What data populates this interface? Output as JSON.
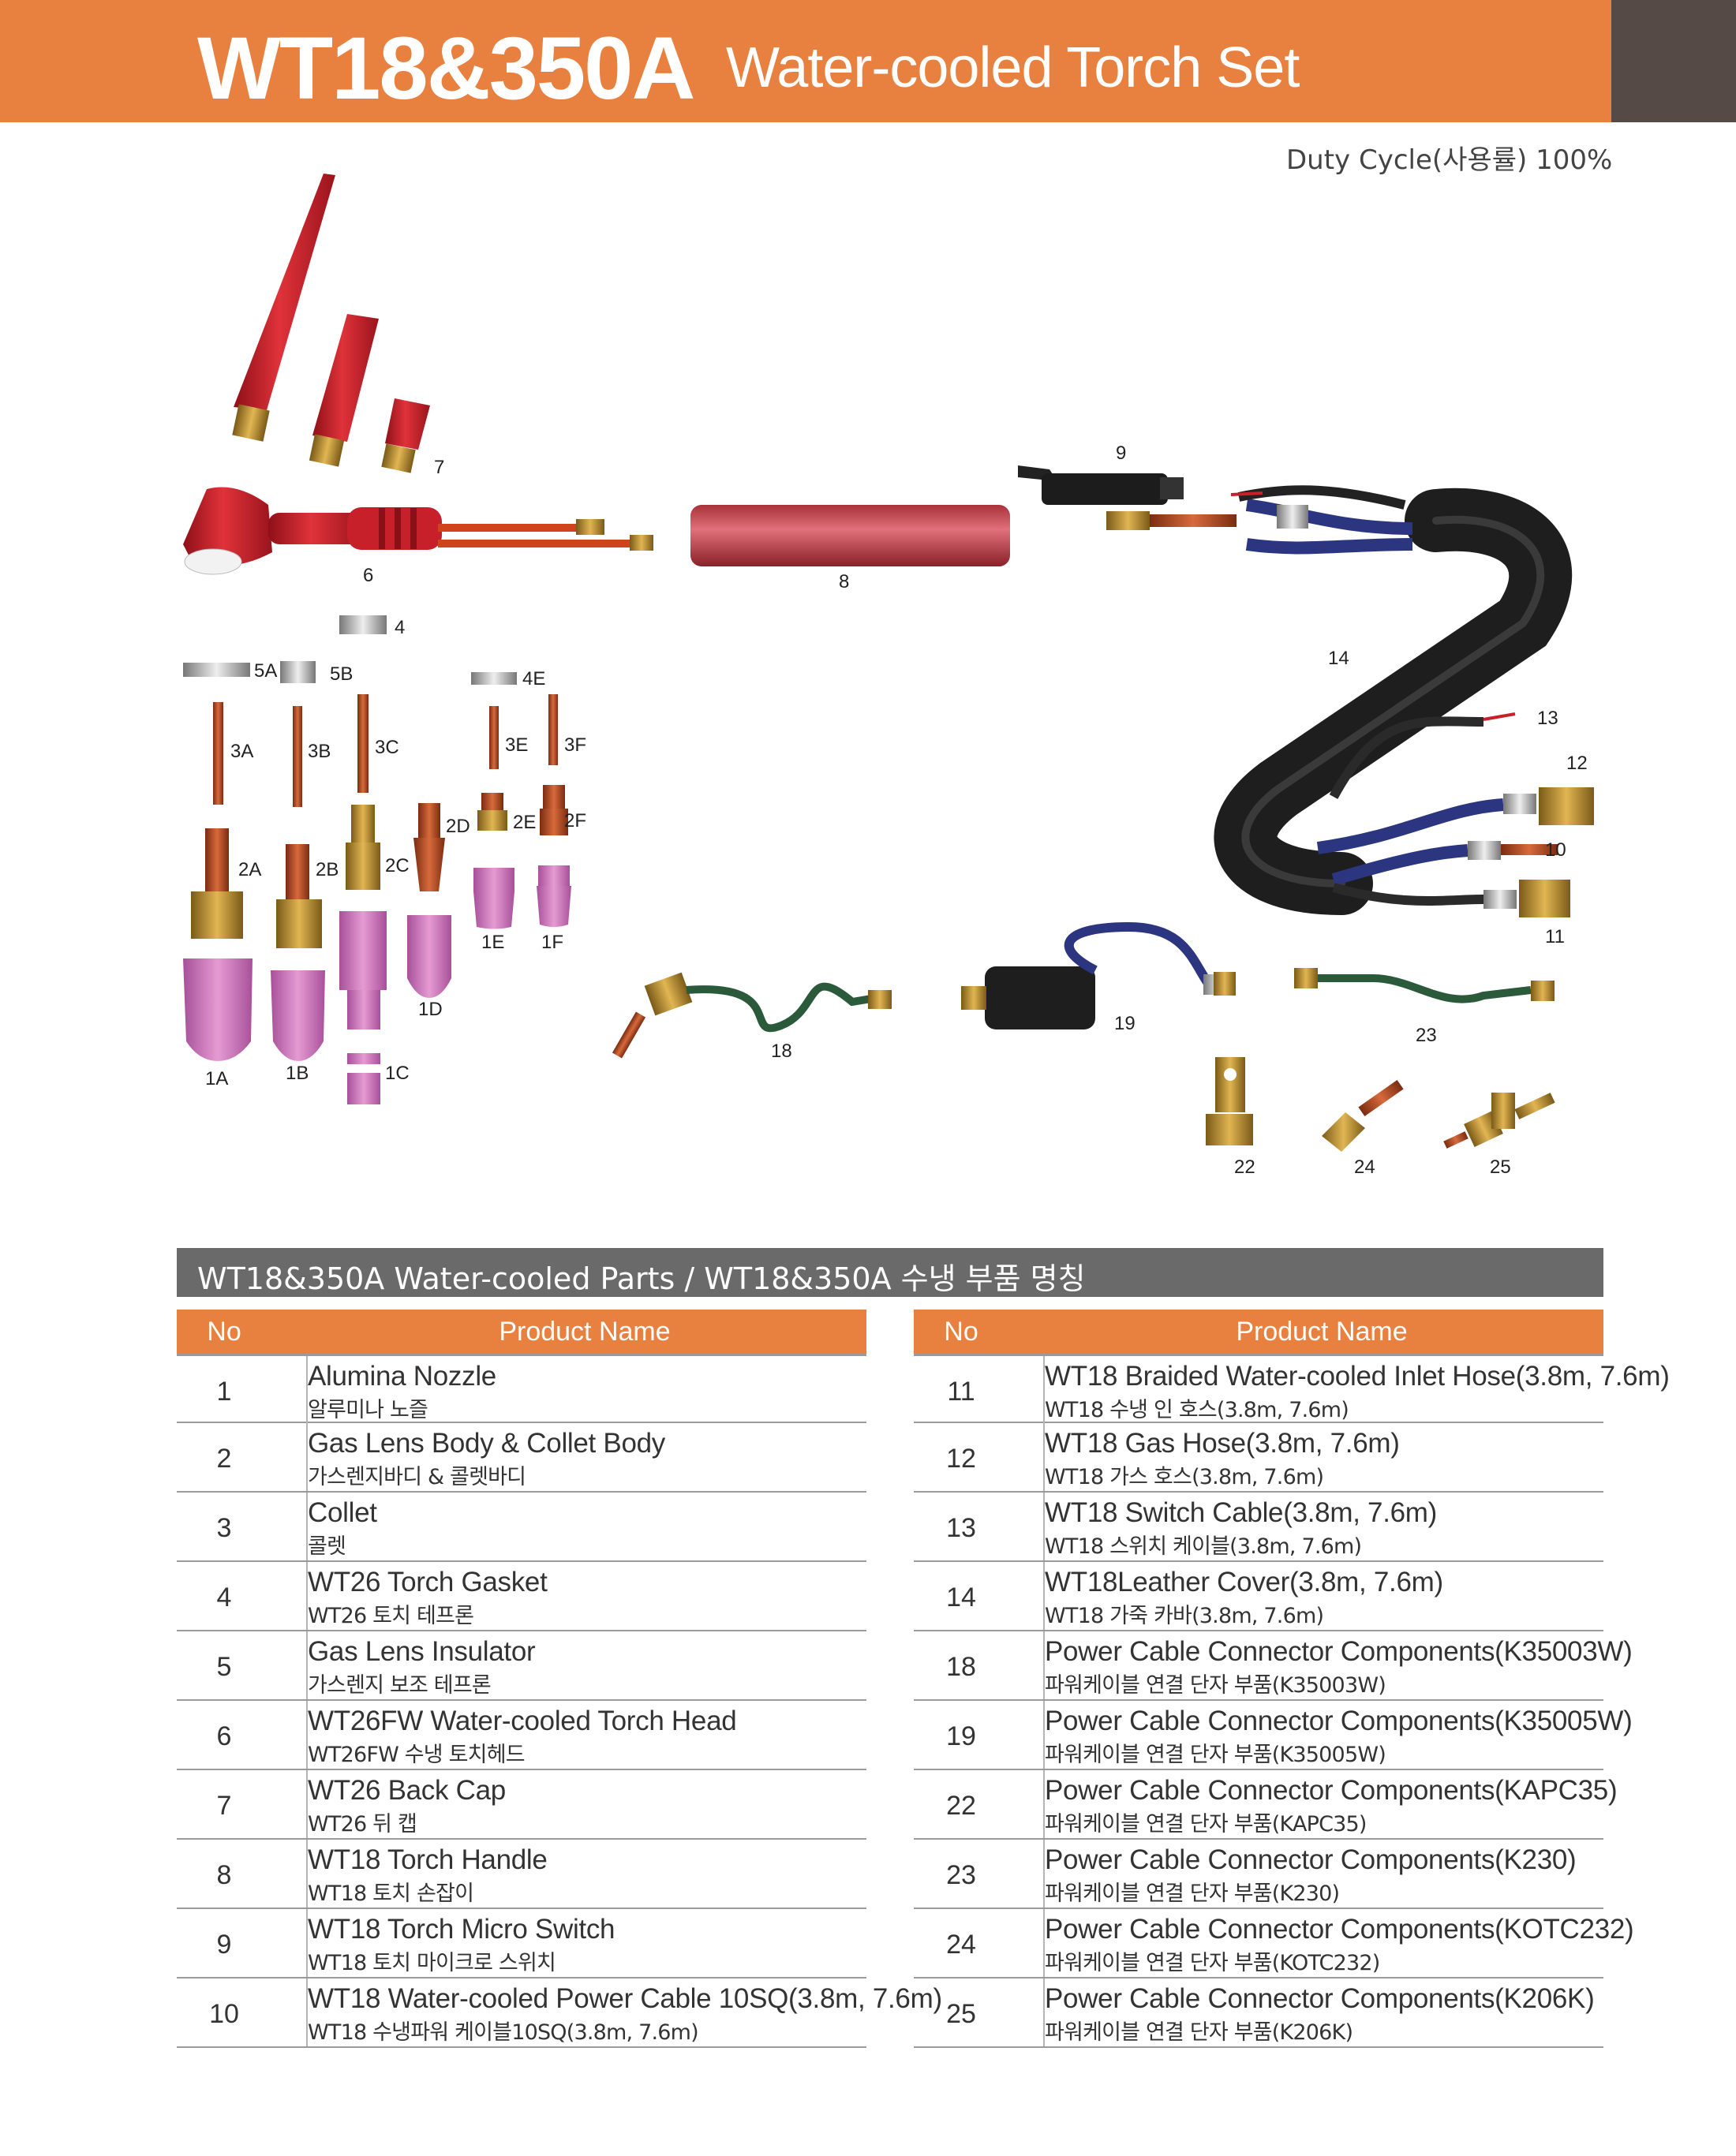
{
  "header": {
    "model": "WT18&350A",
    "subtitle": "Water-cooled Torch Set"
  },
  "duty_cycle": "Duty Cycle(사용률) 100%",
  "colors": {
    "accent": "#e8803f",
    "dark": "#554a45",
    "section": "#6a6a6a",
    "torch_red": "#c8202a",
    "ceramic_pink": "#d07ab8",
    "brass": "#b8892e"
  },
  "diagram_labels": {
    "p7": "7",
    "p6": "6",
    "p8": "8",
    "p9": "9",
    "p4": "4",
    "p5A": "5A",
    "p5B": "5B",
    "p4E": "4E",
    "p3A": "3A",
    "p3B": "3B",
    "p3C": "3C",
    "p3E": "3E",
    "p3F": "3F",
    "p2A": "2A",
    "p2B": "2B",
    "p2C": "2C",
    "p2D": "2D",
    "p2E": "2E",
    "p2F": "2F",
    "p1E": "1E",
    "p1F": "1F",
    "p1D": "1D",
    "p1A": "1A",
    "p1B": "1B",
    "p1C": "1C",
    "p14": "14",
    "p13": "13",
    "p12": "12",
    "p10": "10",
    "p11": "11",
    "p18": "18",
    "p19": "19",
    "p23": "23",
    "p22": "22",
    "p24": "24",
    "p25": "25"
  },
  "section": {
    "title": "WT18&350A Water-cooled Parts / WT18&350A 수냉 부품 명칭"
  },
  "table": {
    "col_no": "No",
    "col_name": "Product Name",
    "left_rows": [
      {
        "no": "1",
        "en": "Alumina Nozzle",
        "ko": "알루미나 노즐"
      },
      {
        "no": "2",
        "en": "Gas Lens Body & Collet Body",
        "ko": "가스렌지바디 & 콜렛바디"
      },
      {
        "no": "3",
        "en": "Collet",
        "ko": "콜렛"
      },
      {
        "no": "4",
        "en": "WT26 Torch Gasket",
        "ko": "WT26 토치 테프론"
      },
      {
        "no": "5",
        "en": "Gas Lens Insulator",
        "ko": "가스렌지 보조 테프론"
      },
      {
        "no": "6",
        "en": "WT26FW Water-cooled Torch Head",
        "ko": "WT26FW 수냉 토치헤드"
      },
      {
        "no": "7",
        "en": "WT26 Back Cap",
        "ko": "WT26 뒤 캡"
      },
      {
        "no": "8",
        "en": "WT18 Torch Handle",
        "ko": "WT18 토치 손잡이"
      },
      {
        "no": "9",
        "en": "WT18 Torch Micro Switch",
        "ko": "WT18 토치 마이크로 스위치"
      },
      {
        "no": "10",
        "en": "WT18 Water-cooled Power Cable 10SQ(3.8m, 7.6m)",
        "ko": "WT18 수냉파워 케이블10SQ(3.8m, 7.6m)"
      }
    ],
    "right_rows": [
      {
        "no": "11",
        "en": "WT18 Braided Water-cooled Inlet Hose(3.8m, 7.6m)",
        "ko": "WT18 수냉 인 호스(3.8m, 7.6m)"
      },
      {
        "no": "12",
        "en": "WT18 Gas Hose(3.8m, 7.6m)",
        "ko": "WT18  가스 호스(3.8m, 7.6m)"
      },
      {
        "no": "13",
        "en": "WT18 Switch Cable(3.8m, 7.6m)",
        "ko": "WT18 스위치 케이블(3.8m, 7.6m)"
      },
      {
        "no": "14",
        "en": "WT18Leather Cover(3.8m, 7.6m)",
        "ko": "WT18 가죽 카바(3.8m, 7.6m)"
      },
      {
        "no": "18",
        "en": "Power Cable Connector Components(K35003W)",
        "ko": "파워케이블 연결 단자 부품(K35003W)"
      },
      {
        "no": "19",
        "en": "Power Cable Connector Components(K35005W)",
        "ko": "파워케이블 연결 단자 부품(K35005W)"
      },
      {
        "no": "22",
        "en": "Power Cable Connector Components(KAPC35)",
        "ko": "파워케이블 연결 단자 부품(KAPC35)"
      },
      {
        "no": "23",
        "en": "Power Cable Connector Components(K230)",
        "ko": "파워케이블 연결 단자 부품(K230)"
      },
      {
        "no": "24",
        "en": "Power Cable Connector Components(KOTC232)",
        "ko": "파워케이블 연결 단자 부품(KOTC232)"
      },
      {
        "no": "25",
        "en": "Power Cable Connector Components(K206K)",
        "ko": "파워케이블 연결 단자 부품(K206K)"
      }
    ]
  }
}
